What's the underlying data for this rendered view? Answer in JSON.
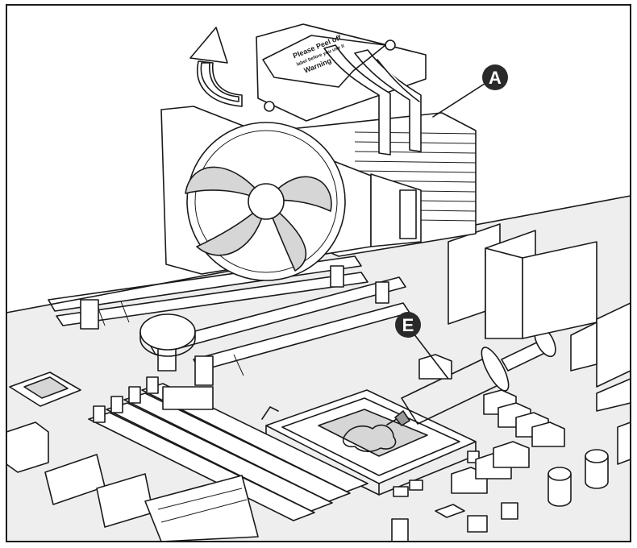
{
  "callouts": {
    "a": "A",
    "e": "E"
  },
  "label": {
    "line1": "Please Peel off",
    "line2": "label before you use it",
    "line3": "Warning"
  },
  "colors": {
    "line": "#1a1a1a",
    "callout": "#2a2a2a",
    "thermal_paste": "#9a9a9a"
  },
  "icons": {
    "peel_arrow": "curved-up-arrow-icon"
  }
}
